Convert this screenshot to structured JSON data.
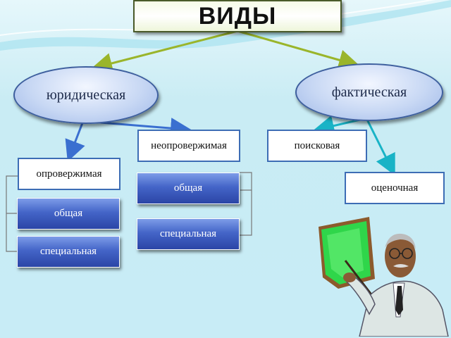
{
  "title": "ВИДЫ",
  "branches": {
    "left": {
      "label": "юридическая",
      "children": {
        "refutable": {
          "label": "опровержимая",
          "subtypes": [
            "общая",
            "специальная"
          ]
        },
        "irrefutable": {
          "label": "неопровержимая",
          "subtypes": [
            "общая",
            "специальная"
          ]
        }
      }
    },
    "right": {
      "label": "фактическая",
      "children": [
        "поисковая",
        "оценочная"
      ]
    }
  },
  "colors": {
    "ellipse_border": "#3e5f9e",
    "box_border": "#3d6db5",
    "blue_box": "#4465c8",
    "green_connector": "#9ab52b",
    "blue_connector": "#3a6fd0",
    "teal_connector": "#19b3c6"
  }
}
